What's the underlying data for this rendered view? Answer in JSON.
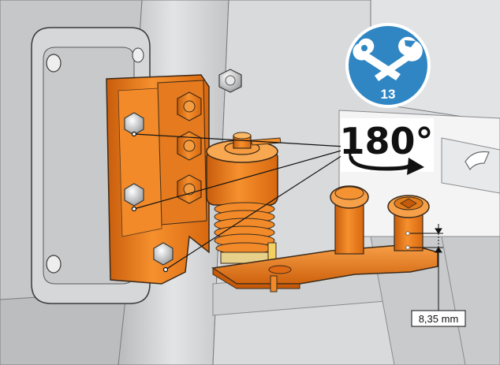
{
  "tool_badge": {
    "icon": "wrench-spanner-icon",
    "size_label": "13",
    "color": "#2f86c3"
  },
  "rotation": {
    "label": "180°",
    "icon": "rotate-arrow-icon"
  },
  "dimension": {
    "label": "8,35 mm"
  },
  "colors": {
    "hinge_orange": "#f07c1c",
    "hinge_shadow": "#c45a0a",
    "frame_gray": "#d4d5d7",
    "outline": "#3a3a3a"
  }
}
